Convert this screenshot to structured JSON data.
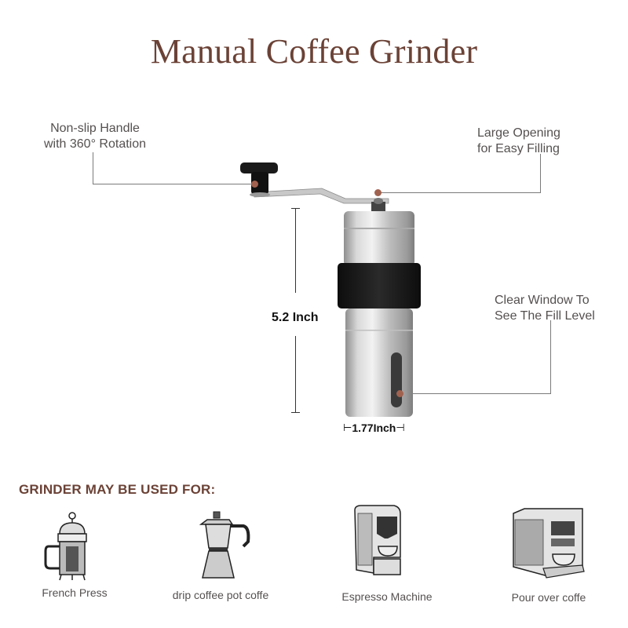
{
  "title": "Manual Coffee Grinder",
  "callouts": {
    "handle": {
      "line1": "Non-slip Handle",
      "line2": "with 360° Rotation"
    },
    "opening": {
      "line1": "Large Opening",
      "line2": "for Easy Filling"
    },
    "window": {
      "line1": "Clear Window To",
      "line2": "See The Fill Level"
    }
  },
  "dimensions": {
    "height": "5.2 Inch",
    "width": "1.77Inch"
  },
  "uses": {
    "heading": "GRINDER MAY BE USED FOR:",
    "items": [
      {
        "label": "French Press",
        "icon": "french-press-icon"
      },
      {
        "label": "drip coffee pot coffe",
        "icon": "moka-pot-icon"
      },
      {
        "label": "Espresso Machine",
        "icon": "espresso-machine-icon"
      },
      {
        "label": "Pour over coffe",
        "icon": "coffee-machine-icon"
      }
    ]
  },
  "colors": {
    "title": "#6b4236",
    "callout_text": "#555050",
    "leader_dot": "#a0624f",
    "steel": "#c4c4c4",
    "band": "#1a1a1a"
  }
}
